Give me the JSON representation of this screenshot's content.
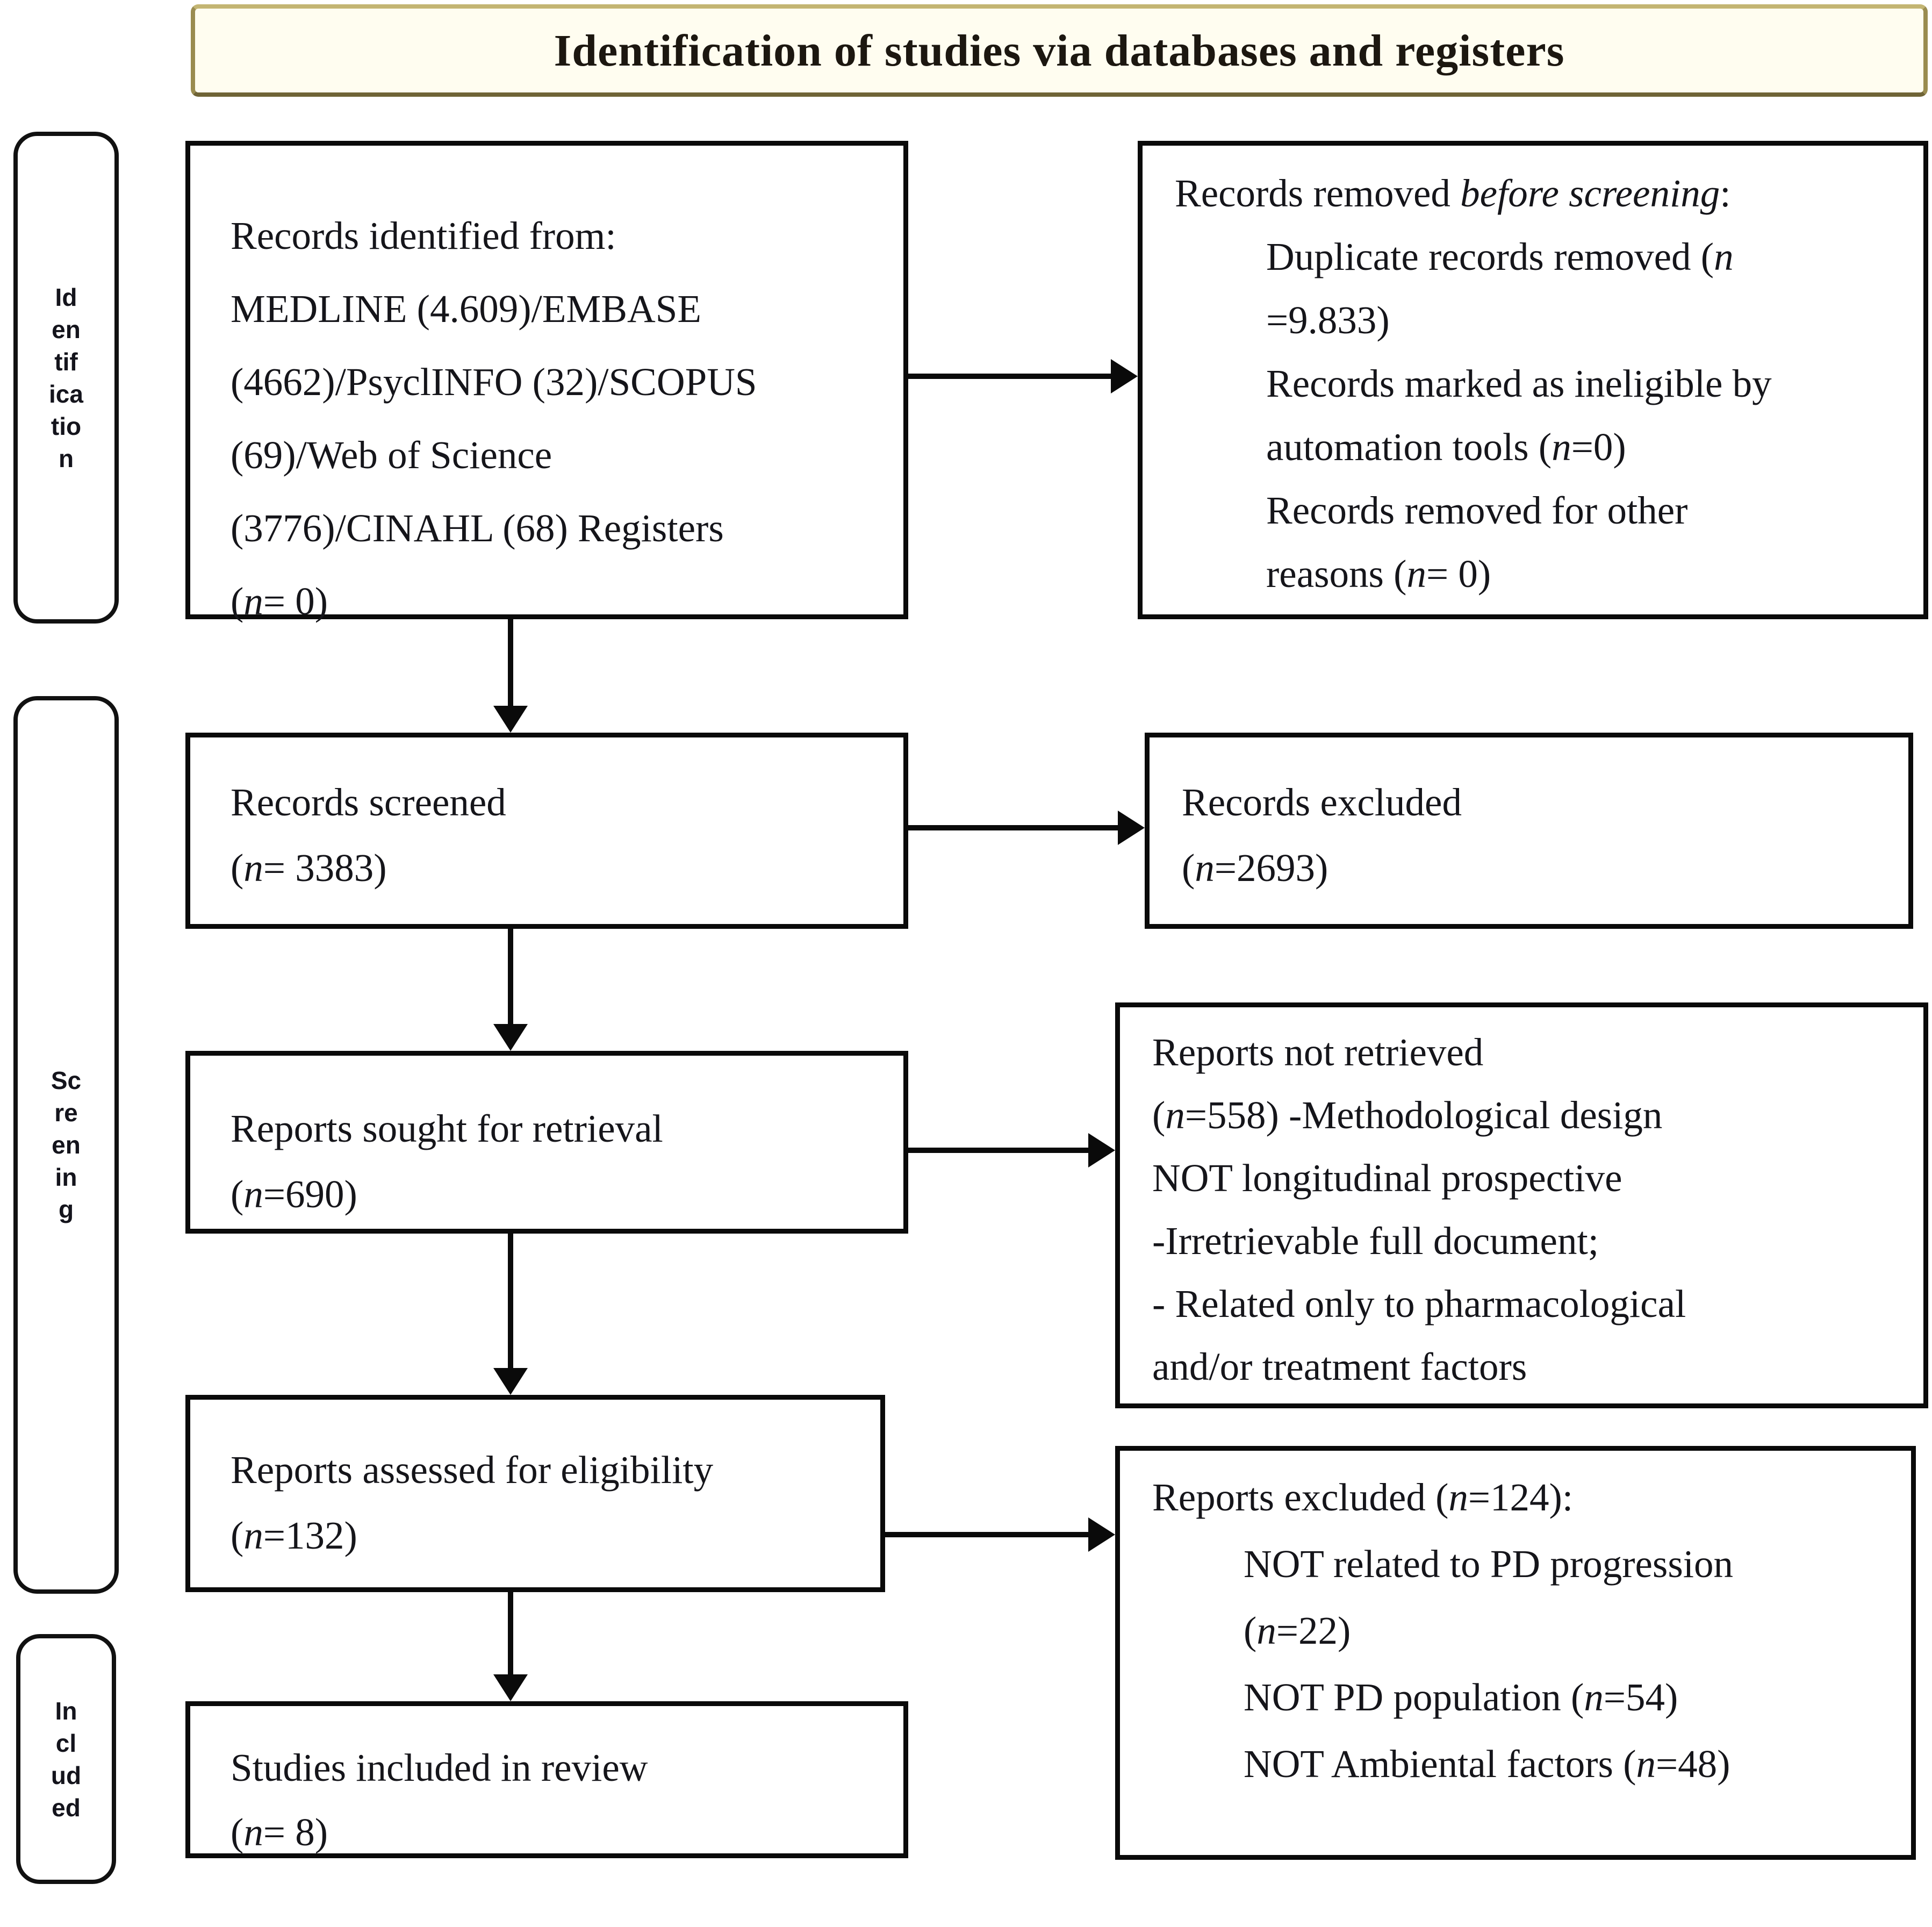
{
  "title": "Identification of studies via databases and registers",
  "stages": {
    "identification": {
      "label": "Identification",
      "wrap": "Id\nen\ntif\nica\ntio\nn"
    },
    "screening": {
      "label": "Screening",
      "wrap": "Sc\nre\nen\nin\ng"
    },
    "included": {
      "label": "Included",
      "wrap": "In\ncl\nud\ned"
    }
  },
  "boxes": {
    "records_identified": {
      "lines": [
        {
          "html": "Records identified from:"
        },
        {
          "html": "MEDLINE  (4.609)/EMBASE"
        },
        {
          "html": "(4662)/PsyclINFO (32)/SCOPUS"
        },
        {
          "html": "(69)/Web of Science"
        },
        {
          "html": "(3776)/CINAHL (68) Registers"
        },
        {
          "html": "(<i>n</i>= 0)"
        }
      ]
    },
    "records_removed": {
      "lines": [
        {
          "html": "Records removed <i>before screening</i>:"
        },
        {
          "html": "Duplicate records removed (<i>n</i>",
          "indent": true
        },
        {
          "html": "=9.833)",
          "indent": true
        },
        {
          "html": "Records marked as ineligible by",
          "indent": true
        },
        {
          "html": "automation tools (<i>n</i>=0)",
          "indent": true
        },
        {
          "html": "Records removed for other",
          "indent": true
        },
        {
          "html": "reasons (<i>n</i>= 0)",
          "indent": true
        }
      ]
    },
    "records_screened": {
      "lines": [
        {
          "html": "Records screened"
        },
        {
          "html": "(<i>n</i>= 3383)"
        }
      ]
    },
    "records_excluded": {
      "lines": [
        {
          "html": "Records excluded"
        },
        {
          "html": "(<i>n</i>=2693)"
        }
      ]
    },
    "reports_sought": {
      "lines": [
        {
          "html": "Reports sought for retrieval"
        },
        {
          "html": "(<i>n</i>=690)"
        }
      ]
    },
    "reports_not_retrieved": {
      "lines": [
        {
          "html": "Reports not retrieved"
        },
        {
          "html": "(<i>n</i>=558) -Methodological design"
        },
        {
          "html": "NOT longitudinal prospective"
        },
        {
          "html": "-Irretrievable full document;"
        },
        {
          "html": "- Related only to pharmacological"
        },
        {
          "html": "and/or treatment factors"
        }
      ]
    },
    "reports_assessed": {
      "lines": [
        {
          "html": "Reports assessed for eligibility"
        },
        {
          "html": "(<i>n</i>=132)"
        }
      ]
    },
    "reports_excluded": {
      "lines": [
        {
          "html": "Reports excluded (<i>n</i>=124):"
        },
        {
          "html": "NOT related to PD progression",
          "indent": true
        },
        {
          "html": "(<i>n</i>=22)",
          "indent": true
        },
        {
          "html": "NOT PD population (<i>n</i>=54)",
          "indent": true
        },
        {
          "html": "NOT Ambiental factors (<i>n</i>=48)",
          "indent": true
        }
      ]
    },
    "studies_included": {
      "lines": [
        {
          "html": "Studies included in review"
        },
        {
          "html": "(<i>n</i>= 8)"
        }
      ]
    }
  },
  "colors": {
    "title_border": "#9a8c50",
    "title_border_light": "#c3b573",
    "title_bg": "#fffdf0",
    "box_border": "#0a0a0a",
    "text": "#15151a"
  }
}
